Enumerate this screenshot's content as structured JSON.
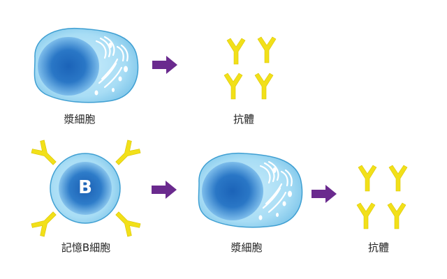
{
  "colors": {
    "cell_body": "#8fd0ef",
    "cell_body_light": "#c9ecfb",
    "cell_outline": "#3f9fd2",
    "nucleus_dark": "#1b63b8",
    "nucleus_light": "#6fb3e8",
    "antibody": "#f2e019",
    "arrow": "#6a2a8e",
    "label_text": "#222222"
  },
  "row1": {
    "plasma_cell": {
      "label": "漿細胞",
      "icon": "plasma-cell"
    },
    "antibodies": {
      "label": "抗體",
      "icon": "antibody"
    }
  },
  "row2": {
    "memory_cell": {
      "label": "記憶B細胞",
      "letter": "B",
      "icon": "memory-b-cell"
    },
    "plasma_cell": {
      "label": "漿細胞",
      "icon": "plasma-cell"
    },
    "antibodies": {
      "label": "抗體",
      "icon": "antibody"
    }
  }
}
